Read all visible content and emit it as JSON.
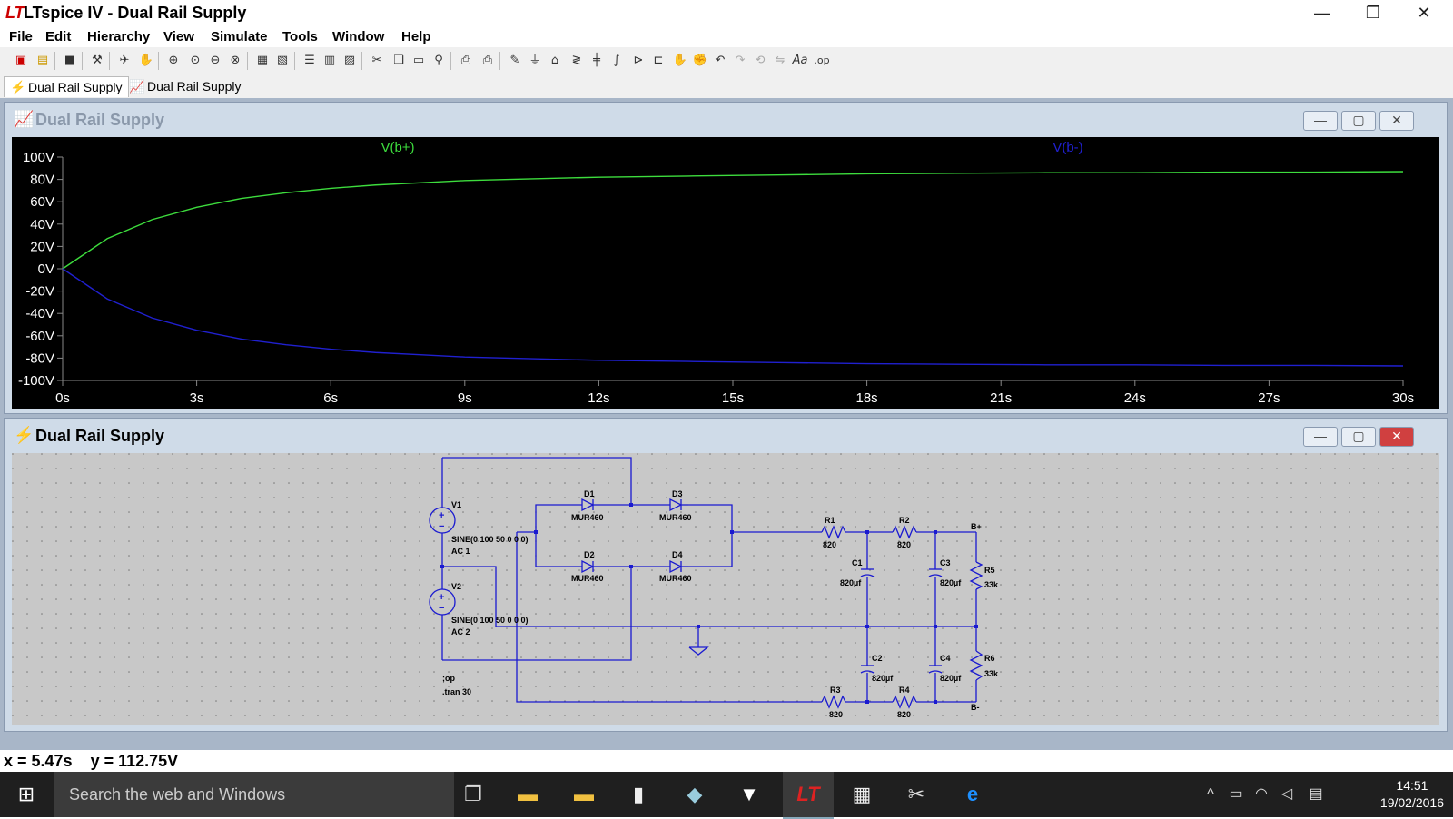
{
  "window": {
    "title": "LTspice IV - Dual Rail Supply",
    "logo": "LT",
    "minimize": "—",
    "restore": "❐",
    "close": "✕"
  },
  "menu": [
    "File",
    "Edit",
    "Hierarchy",
    "View",
    "Simulate",
    "Tools",
    "Window",
    "Help"
  ],
  "tabs": [
    {
      "label": "Dual Rail Supply",
      "icon": "schematic-icon",
      "active": true
    },
    {
      "label": "Dual Rail Supply",
      "icon": "waveform-icon",
      "active": false
    }
  ],
  "plot_window": {
    "title": "Dual Rail Supply",
    "icon": "waveform-icon"
  },
  "schematic_window": {
    "title": "Dual Rail Supply",
    "icon": "schematic-icon",
    "components": {
      "v1": {
        "name": "V1",
        "value": "SINE(0 100 50 0 0 0)",
        "ac": "AC 1"
      },
      "v2": {
        "name": "V2",
        "value": "SINE(0 100 50 0 0 0)",
        "ac": "AC 2"
      },
      "d1": {
        "name": "D1",
        "model": "MUR460"
      },
      "d2": {
        "name": "D2",
        "model": "MUR460"
      },
      "d3": {
        "name": "D3",
        "model": "MUR460"
      },
      "d4": {
        "name": "D4",
        "model": "MUR460"
      },
      "r1": {
        "name": "R1",
        "value": "820"
      },
      "r2": {
        "name": "R2",
        "value": "820"
      },
      "r3": {
        "name": "R3",
        "value": "820"
      },
      "r4": {
        "name": "R4",
        "value": "820"
      },
      "r5": {
        "name": "R5",
        "value": "33k"
      },
      "r6": {
        "name": "R6",
        "value": "33k"
      },
      "c1": {
        "name": "C1",
        "value": "820µf"
      },
      "c2": {
        "name": "C2",
        "value": "820µf"
      },
      "c3": {
        "name": "C3",
        "value": "820µf"
      },
      "c4": {
        "name": "C4",
        "value": "820µf"
      },
      "bplus": "B+",
      "bminus": "B-",
      "directive_op": ";op",
      "directive_tran": ".tran 30"
    }
  },
  "chart_data": {
    "type": "line",
    "x": [
      0,
      1,
      2,
      3,
      4,
      5,
      6,
      7,
      8,
      9,
      10,
      12,
      14,
      16,
      18,
      20,
      22,
      24,
      26,
      28,
      30
    ],
    "series": [
      {
        "name": "V(b+)",
        "color": "#3ddc3d",
        "values": [
          0,
          27,
          44,
          55,
          63,
          68,
          72,
          75,
          77,
          79,
          80,
          82,
          83,
          84,
          85,
          85.5,
          86,
          86,
          86.5,
          86.5,
          87
        ]
      },
      {
        "name": "V(b-)",
        "color": "#2020d0",
        "values": [
          0,
          -27,
          -44,
          -55,
          -63,
          -68,
          -72,
          -75,
          -77,
          -79,
          -80,
          -82,
          -83,
          -84,
          -85,
          -85.5,
          -86,
          -86,
          -86.5,
          -86.5,
          -87
        ]
      }
    ],
    "xticks": [
      "0s",
      "3s",
      "6s",
      "9s",
      "12s",
      "15s",
      "18s",
      "21s",
      "24s",
      "27s",
      "30s"
    ],
    "yticks": [
      "100V",
      "80V",
      "60V",
      "40V",
      "20V",
      "0V",
      "-20V",
      "-40V",
      "-60V",
      "-80V",
      "-100V"
    ],
    "xlim": [
      0,
      30
    ],
    "ylim": [
      -100,
      100
    ]
  },
  "status": {
    "coords": "x = 5.47s    y = 112.75V"
  },
  "taskbar": {
    "search_placeholder": "Search the web and Windows",
    "time": "14:51",
    "date": "19/02/2016"
  }
}
